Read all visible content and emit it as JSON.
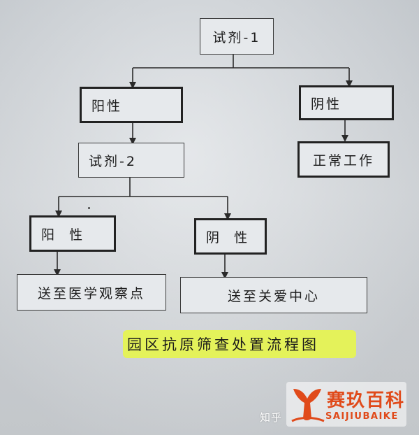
{
  "nodes": {
    "test1": "试剂-1",
    "positive1": "阳性",
    "negative1": "阴性",
    "normal_work": "正常工作",
    "test2": "试剂-2",
    "positive2": "阳  性",
    "negative2": "阴  性",
    "observation": "送至医学观察点",
    "care_center": "送至关爱中心"
  },
  "caption": "园区抗原筛查处置流程图",
  "watermarks": {
    "zhihu": "知乎",
    "brand_cn": "赛玖百科",
    "brand_en": "SAIJIUBAIKE"
  },
  "colors": {
    "highlight": "#e4f25a",
    "brand": "#e04a1a"
  }
}
